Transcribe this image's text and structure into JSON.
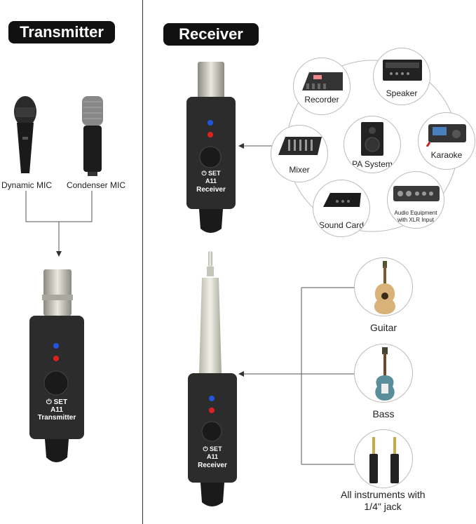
{
  "headers": {
    "transmitter": "Transmitter",
    "receiver": "Receiver"
  },
  "mics": {
    "dynamic": "Dynamic MIC",
    "condenser": "Condenser MIC"
  },
  "transmitter_device": {
    "set": "SET",
    "model": "A11",
    "name": "Transmitter"
  },
  "receiver_xlr": {
    "set": "SET",
    "model": "A11",
    "name": "Receiver"
  },
  "receiver_jack": {
    "set": "SET",
    "model": "A11",
    "name": "Receiver"
  },
  "equipment": {
    "recorder": "Recorder",
    "speaker": "Speaker",
    "mixer": "Mixer",
    "pa_system": "PA System",
    "karaoke": "Karaoke",
    "sound_card": "Sound Card",
    "audio_equipment_line1": "Audio Equipment",
    "audio_equipment_line2": "with XLR Input"
  },
  "instruments": {
    "guitar": "Guitar",
    "bass": "Bass",
    "all_line1": "All instruments with",
    "all_line2": "1/4\" jack"
  }
}
